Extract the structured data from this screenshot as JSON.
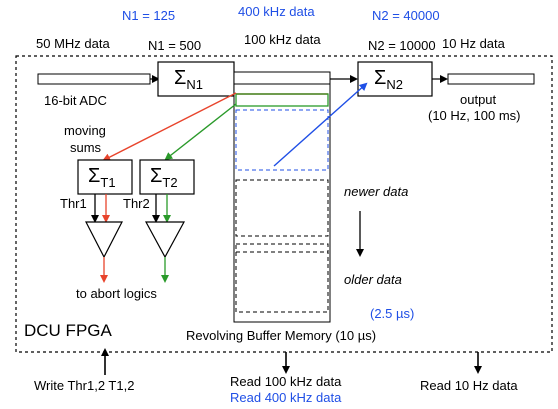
{
  "colors": {
    "red": "#e8442c",
    "green": "#2a9a2a",
    "blue": "#1f4fe6",
    "black": "#000000"
  },
  "top": {
    "n1_blue": "N1 = 125",
    "khz400_blue": "400 kHz data",
    "n2_blue": "N2 = 40000",
    "mhz50": "50 MHz data",
    "n1": "N1 = 500",
    "khz100": "100 kHz data",
    "n2": "N2 = 10000",
    "hz10": "10 Hz data"
  },
  "adc_label": "16-bit ADC",
  "sum_n1": {
    "sigma": "Σ",
    "sub": "N1"
  },
  "sum_n2": {
    "sigma": "Σ",
    "sub": "N2"
  },
  "sum_t1": {
    "sigma": "Σ",
    "sub": "T1"
  },
  "sum_t2": {
    "sigma": "Σ",
    "sub": "T2"
  },
  "output_label": "output",
  "output_detail": "(10 Hz, 100 ms)",
  "moving_sums_1": "moving",
  "moving_sums_2": "sums",
  "thr1": "Thr1",
  "thr2": "Thr2",
  "abort": "to abort logics",
  "newer": "newer data",
  "older": "older data",
  "buffer_time": "(2.5 µs)",
  "dcu": "DCU FPGA",
  "buffer_label": "Revolving Buffer Memory (10 µs)",
  "bottom": {
    "write": "Write Thr1,2 T1,2",
    "read100": "Read 100 kHz data",
    "read400": "Read 400 kHz data",
    "read10": "Read 10 Hz data"
  }
}
